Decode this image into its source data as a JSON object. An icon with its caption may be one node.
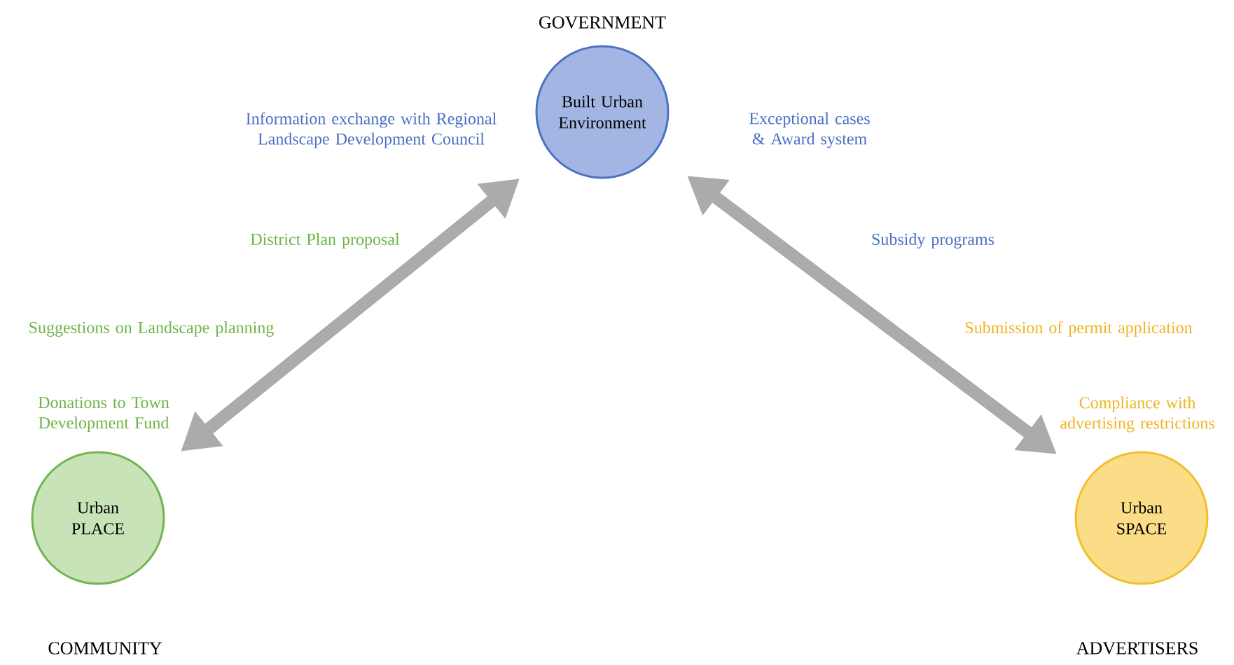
{
  "diagram": {
    "nodes": [
      {
        "text": [
          "Built Urban Environment"
        ],
        "beside": [
          "GOVERNMENT"
        ]
      },
      {
        "text": [
          "Urban PLACE"
        ],
        "beside": [
          "COMMUNITY"
        ]
      },
      {
        "text": [
          "Urban SPACE"
        ],
        "beside": [
          "ADVERTISERS"
        ]
      }
    ],
    "edges": [
      {
        "from": 1,
        "to": 0,
        "arrow": "both"
      },
      {
        "from": 0,
        "to": 2,
        "arrow": "both"
      }
    ],
    "labels": [
      "Information exchange with Regional Landscape Development Council",
      "Exceptional cases & Award system",
      "District Plan proposal",
      "Subsidy programs",
      "Suggestions on Landscape planning",
      "Submission of permit application",
      "Donations to Town Development Fund",
      "Compliance with advertising restrictions"
    ]
  }
}
